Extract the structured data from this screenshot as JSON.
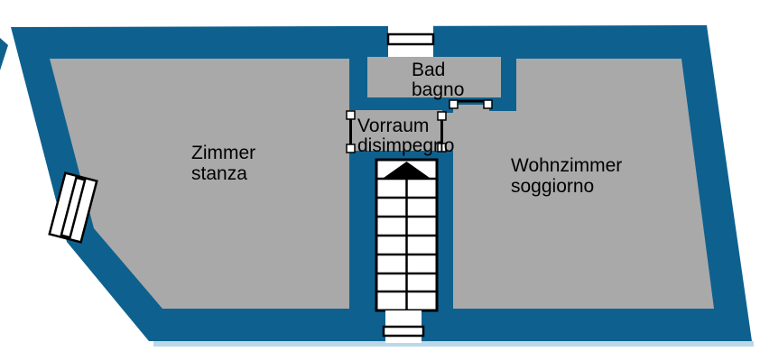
{
  "colors": {
    "wall": "#0e618e",
    "floor": "#a9a9a9",
    "line": "#000000",
    "white": "#ffffff",
    "ground": "#b9d9e9",
    "background": "#ffffff"
  },
  "floorplan": {
    "rooms": [
      {
        "name_de": "Zimmer",
        "name_it": "stanza"
      },
      {
        "name_de": "Bad",
        "name_it": "bagno"
      },
      {
        "name_de": "Vorraum",
        "name_it": "disimpegno"
      },
      {
        "name_de": "Wohnzimmer",
        "name_it": "soggiorno"
      }
    ],
    "stairs": {
      "steps": 8,
      "arrow_direction": "up"
    },
    "windows_count": 3,
    "door_openings_count": 3
  }
}
